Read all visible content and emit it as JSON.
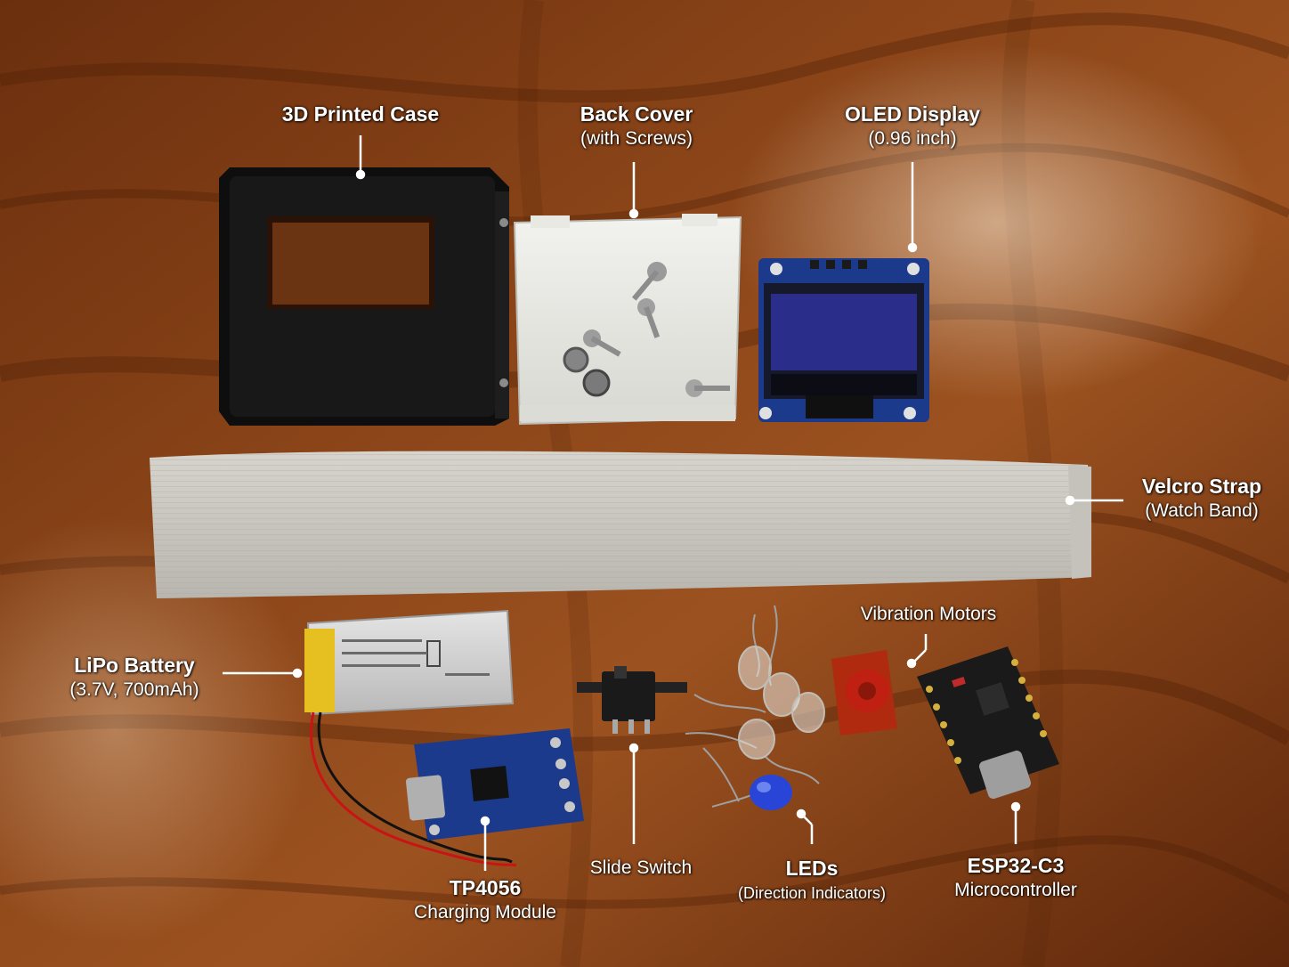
{
  "colors": {
    "wood_base": "#7a3a12",
    "wood_light": "#a55a24",
    "wood_dark": "#4a1f08",
    "label_text": "#ffffff",
    "case": "#141414",
    "back_cover": "#e8e8e4",
    "pcb_blue": "#1c3a8c",
    "oled_screen": "#2a2e8a",
    "strap": "#c9c7c0",
    "battery": "#d8d8d8",
    "battery_wrap": "#e6c020",
    "esp32_pcb": "#1a1a1a",
    "motor_pcb": "#b02a10",
    "led_blue": "#2845d8"
  },
  "labels": {
    "case": {
      "title": "3D Printed Case",
      "subtitle": ""
    },
    "back_cover": {
      "title": "Back Cover",
      "subtitle": "(with Screws)"
    },
    "oled": {
      "title": "OLED Display",
      "subtitle": "(0.96 inch)"
    },
    "strap": {
      "title": "Velcro Strap",
      "subtitle": "(Watch Band)"
    },
    "battery": {
      "title": "LiPo Battery",
      "subtitle": "(3.7V, 700mAh)"
    },
    "vibration": {
      "title": "",
      "subtitle": "Vibration Motors"
    },
    "tp4056": {
      "title": "TP4056",
      "subtitle": "Charging Module"
    },
    "switch": {
      "title": "",
      "subtitle": "Slide Switch"
    },
    "leds": {
      "title": "LEDs",
      "subtitle": "(Direction Indicators)"
    },
    "esp32": {
      "title": "ESP32-C3",
      "subtitle": "Microcontroller"
    }
  }
}
